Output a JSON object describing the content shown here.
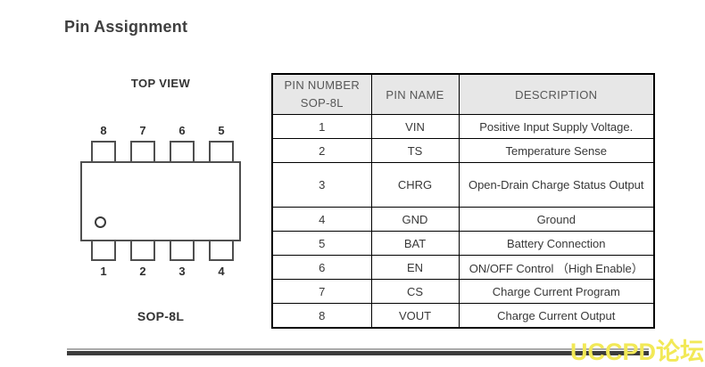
{
  "page": {
    "title": "Pin Assignment"
  },
  "diagram": {
    "top_view_label": "TOP VIEW",
    "package_label": "SOP-8L",
    "top_pin_numbers": [
      "8",
      "7",
      "6",
      "5"
    ],
    "bottom_pin_numbers": [
      "1",
      "2",
      "3",
      "4"
    ]
  },
  "table": {
    "headers": {
      "pin_number_line1": "PIN NUMBER",
      "pin_number_line2": "SOP-8L",
      "pin_name": "PIN NAME",
      "description": "DESCRIPTION"
    },
    "rows": [
      {
        "number": "1",
        "name": "VIN",
        "description": "Positive Input Supply Voltage."
      },
      {
        "number": "2",
        "name": "TS",
        "description": "Temperature Sense"
      },
      {
        "number": "3",
        "name": "CHRG",
        "description": "Open-Drain Charge Status Output"
      },
      {
        "number": "4",
        "name": "GND",
        "description": "Ground"
      },
      {
        "number": "5",
        "name": "BAT",
        "description": "Battery Connection"
      },
      {
        "number": "6",
        "name": "EN",
        "description": "ON/OFF Control （High Enable）"
      },
      {
        "number": "7",
        "name": "CS",
        "description": "Charge Current Program"
      },
      {
        "number": "8",
        "name": "VOUT",
        "description": "Charge Current Output"
      }
    ]
  },
  "footer": {
    "watermark": "UCCPD论坛",
    "watermark_color": "#f2e957"
  }
}
